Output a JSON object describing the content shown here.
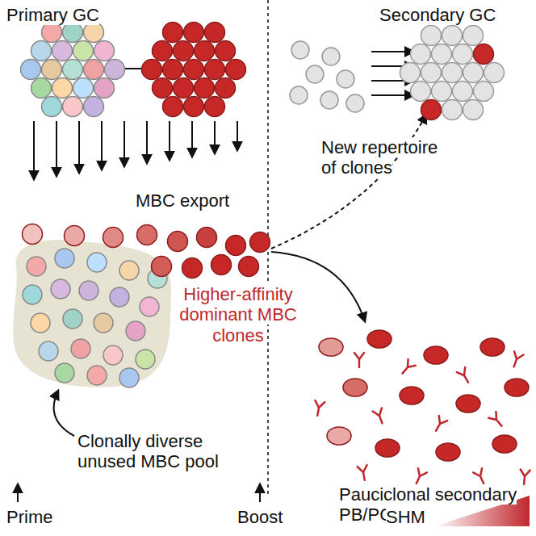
{
  "diagram": {
    "labels": [
      "Primary GC",
      "Secondary GC",
      "MBC export",
      "New repertoire of clones",
      "Higher-affinity dominant MBC clones",
      "Clonally diverse unused MBC pool",
      "Pauciclonal secondary PB/PC",
      "Prime",
      "Boost",
      "SHM"
    ]
  }
}
